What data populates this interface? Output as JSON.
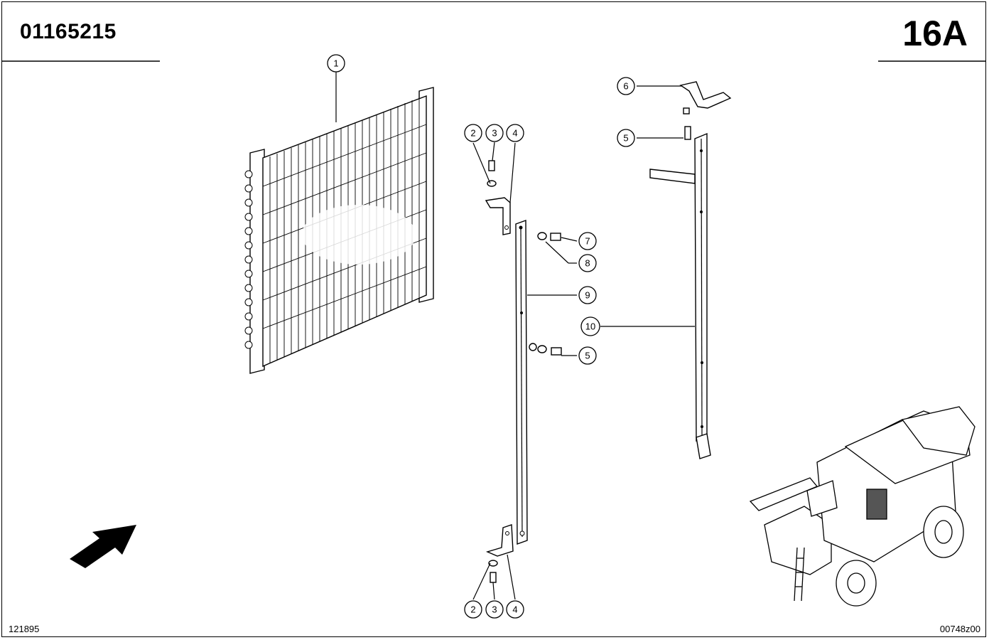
{
  "header": {
    "doc_number": "01165215",
    "page_code": "16A"
  },
  "footer": {
    "left_code": "121895",
    "right_code": "00748z00"
  },
  "callouts": [
    {
      "label": "1"
    },
    {
      "label": "2"
    },
    {
      "label": "3"
    },
    {
      "label": "4"
    },
    {
      "label": "7"
    },
    {
      "label": "8"
    },
    {
      "label": "9"
    },
    {
      "label": "10"
    },
    {
      "label": "5"
    },
    {
      "label": "2"
    },
    {
      "label": "3"
    },
    {
      "label": "4"
    },
    {
      "label": "6"
    },
    {
      "label": "5"
    }
  ]
}
